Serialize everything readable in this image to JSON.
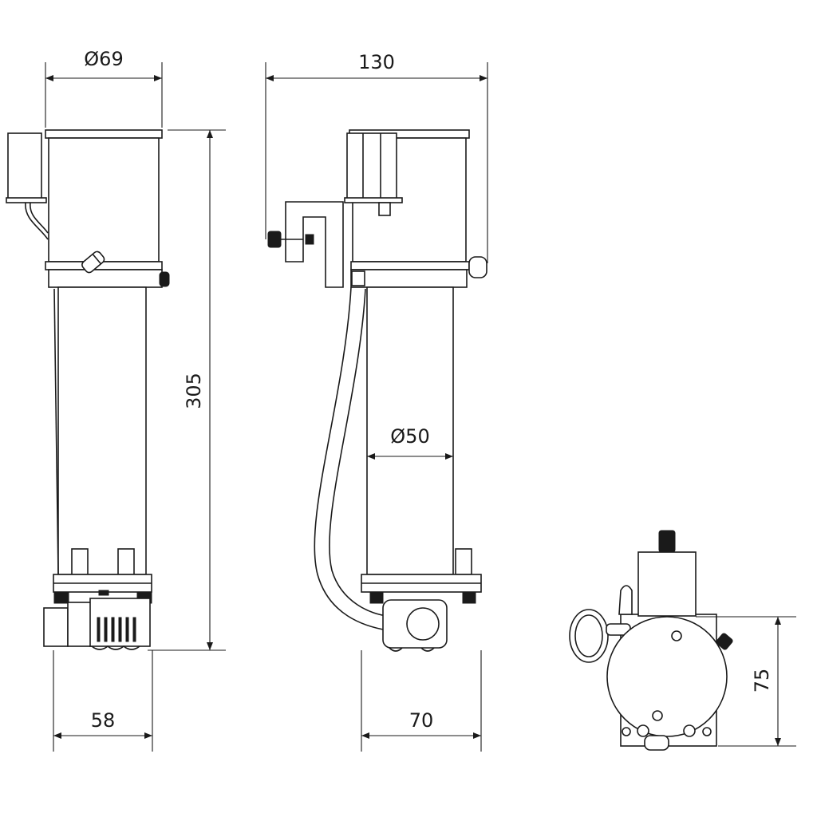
{
  "dimensions": {
    "top_diameter": "Ø69",
    "total_width": "130",
    "height": "305",
    "tube_diameter": "Ø50",
    "base_width_side": "58",
    "base_width_front": "70",
    "base_depth": "75"
  },
  "colors": {
    "line": "#1a1a1a",
    "background": "#ffffff"
  }
}
